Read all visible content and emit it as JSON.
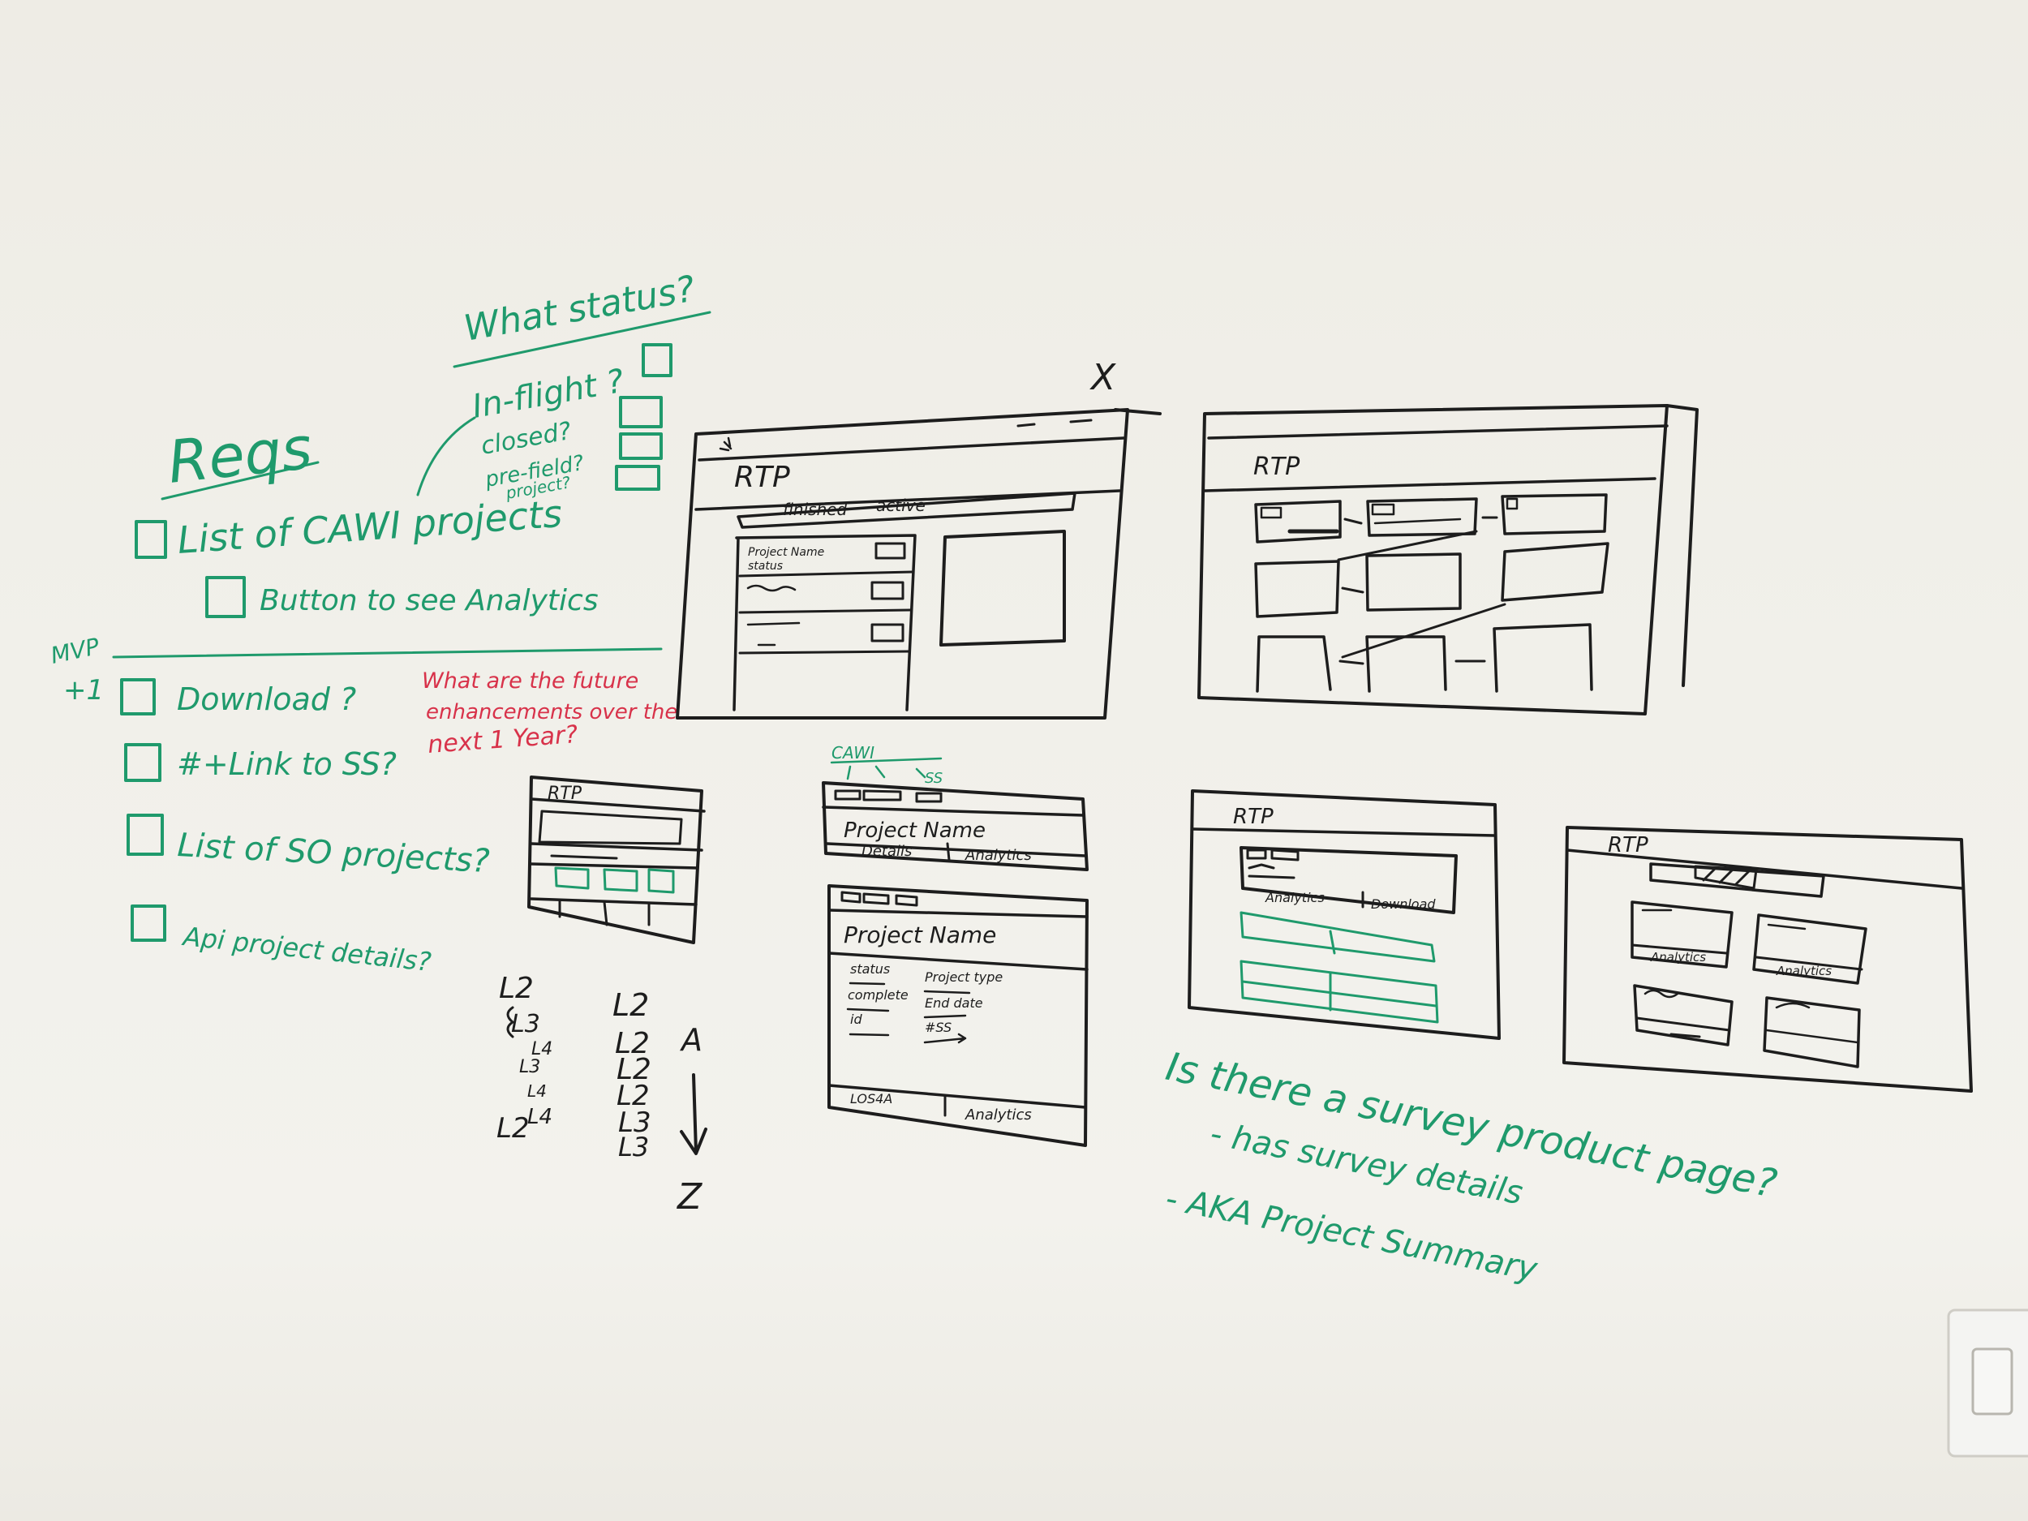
{
  "whiteboard": {
    "status_block": {
      "title": "What status?",
      "items": [
        "In-flight ?",
        "closed?",
        "pre-field?",
        "project?"
      ]
    },
    "requirements": {
      "title": "Reqs",
      "items": [
        "List of CAWI projects",
        "Button to see Analytics"
      ]
    },
    "mvp_block": {
      "label_line1": "MVP",
      "label_line2": "+1",
      "items": [
        "Download ?",
        "#+Link to SS?",
        "List of SO projects?",
        "Api project details?"
      ]
    },
    "future_question": {
      "lines": [
        "What are the future",
        "enhancements over the",
        "next 1 Year?"
      ]
    },
    "sketches": {
      "main_window": {
        "title": "RTP",
        "close_mark": "X",
        "tabs": [
          "finished",
          "active"
        ],
        "row_title": "Project Name",
        "row_sub": "status"
      },
      "flow_window": {
        "title": "RTP"
      },
      "small_window": {
        "title": "RTP"
      },
      "project_window_1": {
        "note_line1": "CAWI",
        "note_line2": "SS",
        "title": "Project Name",
        "tab_left": "Details",
        "tab_right": "Analytics"
      },
      "project_window_2": {
        "title": "Project Name",
        "fields_left": [
          "status",
          "complete",
          "id"
        ],
        "fields_right": [
          "Project type",
          "End date",
          "#SS"
        ],
        "footer_left": "LOS4A",
        "footer_right": "Analytics"
      },
      "list_window": {
        "title": "RTP",
        "btn_left": "Analytics",
        "btn_right": "Download"
      },
      "grid_window": {
        "title": "RTP",
        "btn_1": "Analytics",
        "btn_2": "Analytics"
      }
    },
    "level_list": {
      "col1": [
        "L2",
        "L3",
        "L4",
        "L3",
        "L4",
        "L2",
        "L4"
      ],
      "col2": [
        "L2",
        "L2",
        "L2",
        "L2",
        "L3",
        "L3"
      ],
      "sort_top": "A",
      "sort_bottom": "Z"
    },
    "summary_question": {
      "lines": [
        "Is there a survey product page?",
        "- has survey details",
        "- AKA Project Summary"
      ]
    }
  }
}
